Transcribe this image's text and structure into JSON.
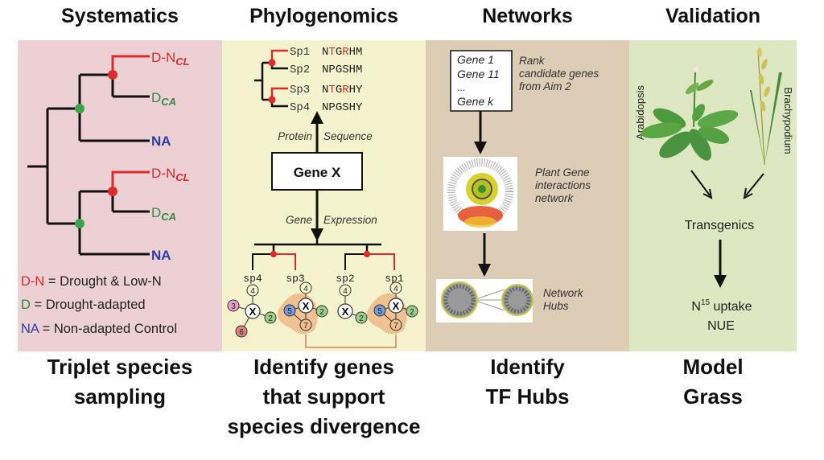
{
  "columns": [
    {
      "header": "Systematics",
      "footer": [
        "Triplet species",
        "sampling"
      ],
      "panel_color": "#ecd0d4"
    },
    {
      "header": "Phylogenomics",
      "footer": [
        "Identify genes",
        "that support",
        "species divergence"
      ],
      "panel_color": "#f5f3cd"
    },
    {
      "header": "Networks",
      "footer": [
        "Identify",
        "TF Hubs"
      ],
      "panel_color": "#ddccb6"
    },
    {
      "header": "Validation",
      "footer": [
        "Model",
        "Grass"
      ],
      "panel_color": "#dde8c2"
    }
  ],
  "systematics": {
    "tips": [
      {
        "base": "D-N",
        "sub": "CL",
        "color": "#e02a2a"
      },
      {
        "base": "D",
        "sub": "CA",
        "color": "#2e8b45"
      },
      {
        "base": "NA",
        "sub": "",
        "color": "#2b3fa8"
      },
      {
        "base": "D-N",
        "sub": "CL",
        "color": "#e02a2a"
      },
      {
        "base": "D",
        "sub": "CA",
        "color": "#2e8b45"
      },
      {
        "base": "NA",
        "sub": "",
        "color": "#2b3fa8"
      }
    ],
    "legend": [
      {
        "key": "D-N",
        "desc": "= Drought & Low-N",
        "color": "#e02a2a"
      },
      {
        "key": "D",
        "desc": "= Drought-adapted",
        "color": "#2e8b45"
      },
      {
        "key": "NA",
        "desc": "= Non-adapted Control",
        "color": "#2b3fa8"
      }
    ],
    "node_colors": {
      "red": "#e02a2a",
      "green": "#3aa54a"
    }
  },
  "phylogenomics": {
    "species": [
      {
        "name": "Sp1",
        "seq": [
          "N",
          "T",
          "G",
          "R",
          "H",
          "M"
        ],
        "red": [
          1,
          3
        ]
      },
      {
        "name": "Sp2",
        "seq": [
          "N",
          "P",
          "G",
          "S",
          "H",
          "M"
        ],
        "red": []
      },
      {
        "name": "Sp3",
        "seq": [
          "N",
          "T",
          "G",
          "R",
          "H",
          "Y"
        ],
        "red": [
          1,
          3
        ]
      },
      {
        "name": "Sp4",
        "seq": [
          "N",
          "P",
          "G",
          "S",
          "H",
          "Y"
        ],
        "red": []
      }
    ],
    "arrow_up_left": "Protein",
    "arrow_up_right": "Sequence",
    "gene_box": "Gene X",
    "arrow_down_left": "Gene",
    "arrow_down_right": "Expression",
    "bottom_tips": [
      "sp4",
      "sp3",
      "sp2",
      "sp1"
    ],
    "hub_label": "X",
    "network_nodes": {
      "sp4": [
        "4",
        "3",
        "2",
        "6"
      ],
      "sp3": [
        "4",
        "5",
        "2",
        "7"
      ],
      "sp2": [
        "4",
        "2"
      ],
      "sp1": [
        "4",
        "5",
        "2",
        "7"
      ]
    }
  },
  "networks": {
    "gene_list": [
      "Gene 1",
      "Gene 11",
      "...",
      "Gene k"
    ],
    "rank_caption": [
      "Rank",
      "candidate genes",
      "from Aim 2"
    ],
    "interaction_caption": [
      "Plant Gene",
      "interactions",
      "network"
    ],
    "hubs_caption": [
      "Network",
      "Hubs"
    ]
  },
  "validation": {
    "plant_left": "Arabidopsis",
    "plant_right": "Brachypodium",
    "transgenics": "Transgenics",
    "uptake_base": "N",
    "uptake_sup": "15",
    "uptake_rest": " uptake",
    "nue": "NUE"
  }
}
